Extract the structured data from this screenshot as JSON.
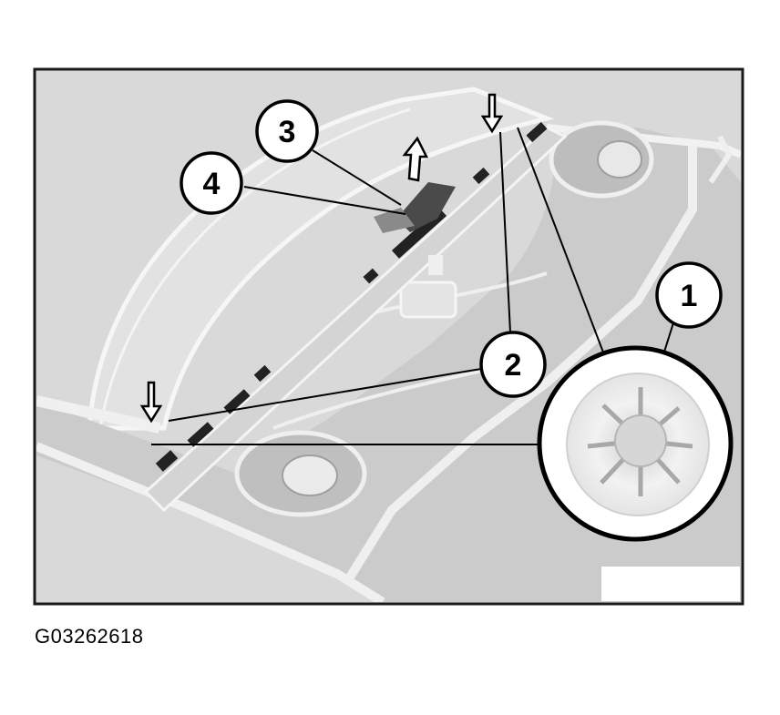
{
  "figure": {
    "code": "G03262618",
    "callouts": [
      {
        "id": "1",
        "label": "1"
      },
      {
        "id": "2",
        "label": "2"
      },
      {
        "id": "3",
        "label": "3"
      },
      {
        "id": "4",
        "label": "4"
      }
    ]
  },
  "colors": {
    "background": "#d9d9d9",
    "part_light": "#efefef",
    "part_mid": "#c4c4c4",
    "part_dark": "#2a2a2a",
    "frame": "#1a1a1a"
  }
}
